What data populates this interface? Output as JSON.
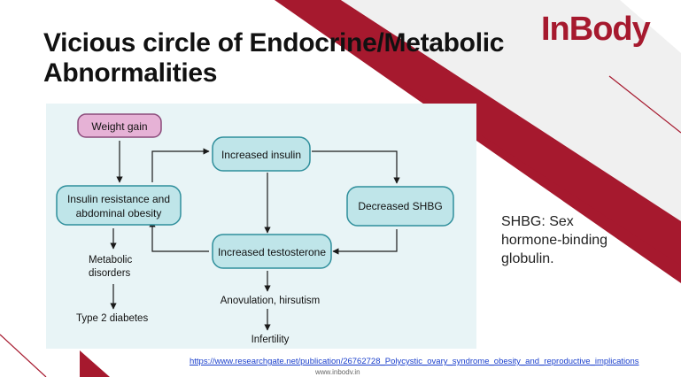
{
  "slide": {
    "title_line1": "Vicious circle of Endocrine/Metabolic",
    "title_line2": "Abnormalities",
    "brand": "InBody",
    "note_lines": [
      "SHBG: Sex",
      "hormone-binding",
      "globulin."
    ],
    "source_link": "https://www.researchgate.net/publication/26762728_Polycystic_ovary_syndrome_obesity_and_reproductive_implications",
    "website": "www.inbodv.in"
  },
  "diagram": {
    "nodes": {
      "weight_gain": "Weight gain",
      "insulin_resistance_line1": "Insulin resistance and",
      "insulin_resistance_line2": "abdominal obesity",
      "increased_insulin": "Increased insulin",
      "decreased_shbg": "Decreased SHBG",
      "increased_testosterone": "Increased testosterone"
    },
    "outcomes": {
      "metabolic_line1": "Metabolic",
      "metabolic_line2": "disorders",
      "type2": "Type 2 diabetes",
      "anovulation": "Anovulation, hirsutism",
      "infertility": "Infertility"
    }
  },
  "colors": {
    "accent": "#a6192e",
    "figure_bg": "#e8f4f6",
    "node_fill": "#bfe5e9",
    "node_border": "#2f8f9c",
    "weight_fill": "#e6b2d6",
    "weight_border": "#8a4a7a"
  }
}
